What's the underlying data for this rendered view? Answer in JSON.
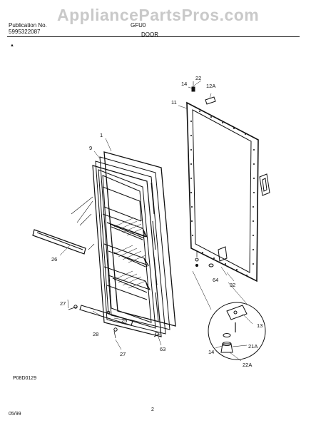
{
  "watermark": "AppliancePartsPros.com",
  "header": {
    "publication_label": "Publication No.",
    "publication_number": "5995322087",
    "model": "GFU0",
    "section": "DOOR"
  },
  "callouts": {
    "c1": "1",
    "c9": "9",
    "c11": "11",
    "c12a": "12A",
    "c13": "13",
    "c14a": "14",
    "c14b": "14",
    "c21a": "21A",
    "c22": "22",
    "c22a": "22A",
    "c25": "25",
    "c26": "26",
    "c27a": "27",
    "c27b": "27",
    "c28": "28",
    "c32": "32",
    "c63": "63",
    "c64": "64"
  },
  "footer": {
    "drawing_code": "P08D0129",
    "date": "05/99",
    "page": "2"
  }
}
